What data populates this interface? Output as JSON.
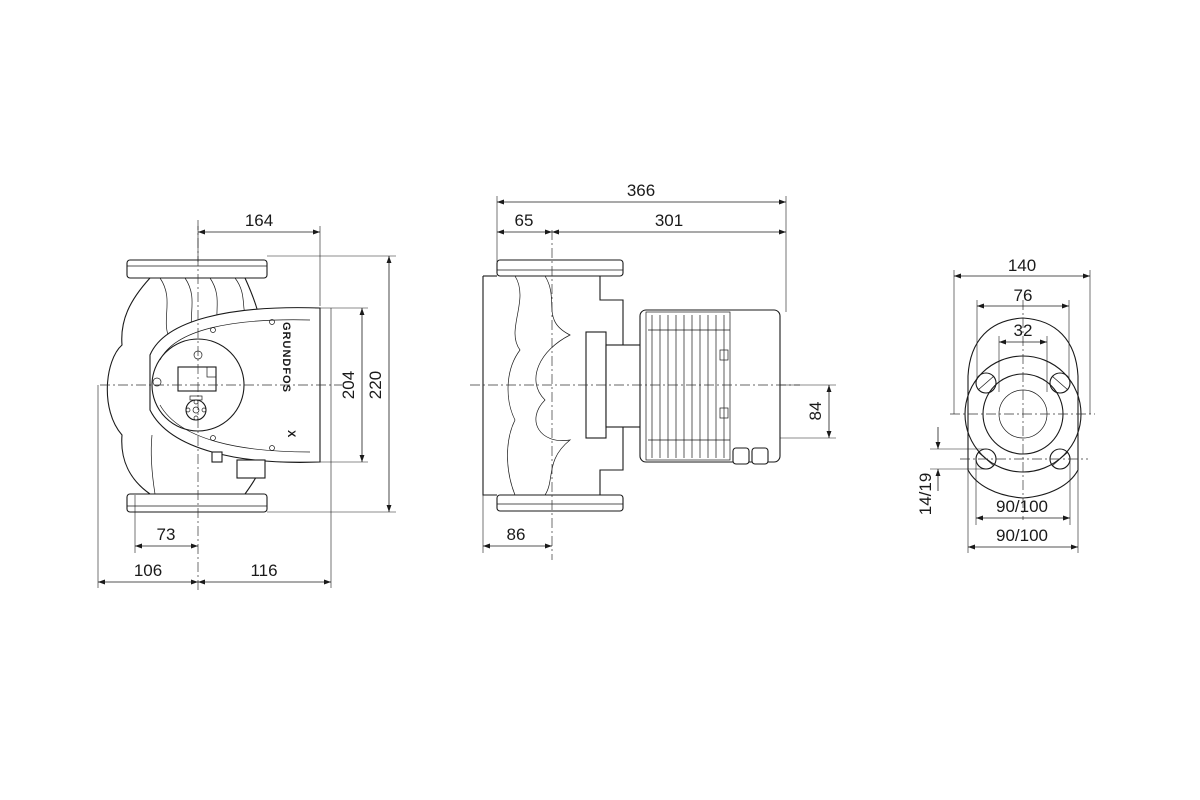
{
  "drawing": {
    "brand_logo": "GRUNDFOS",
    "brand_mark": "X",
    "front_view": {
      "dims": {
        "flange_width": "164",
        "head_height": "204",
        "total_height": "220",
        "left_to_axis_lower": "73",
        "left_to_axis": "106",
        "axis_to_right": "116"
      }
    },
    "side_view": {
      "dims": {
        "total_length": "366",
        "flange_to_axis": "65",
        "axis_to_end": "301",
        "motor_height": "84",
        "flange_half": "86"
      }
    },
    "flange_view": {
      "dims": {
        "flange_outer": "140",
        "bolt_span": "76",
        "bore": "32",
        "hole_diameter": "14/19",
        "bolt_circle_1": "90/100",
        "bolt_circle_2": "90/100"
      }
    }
  }
}
